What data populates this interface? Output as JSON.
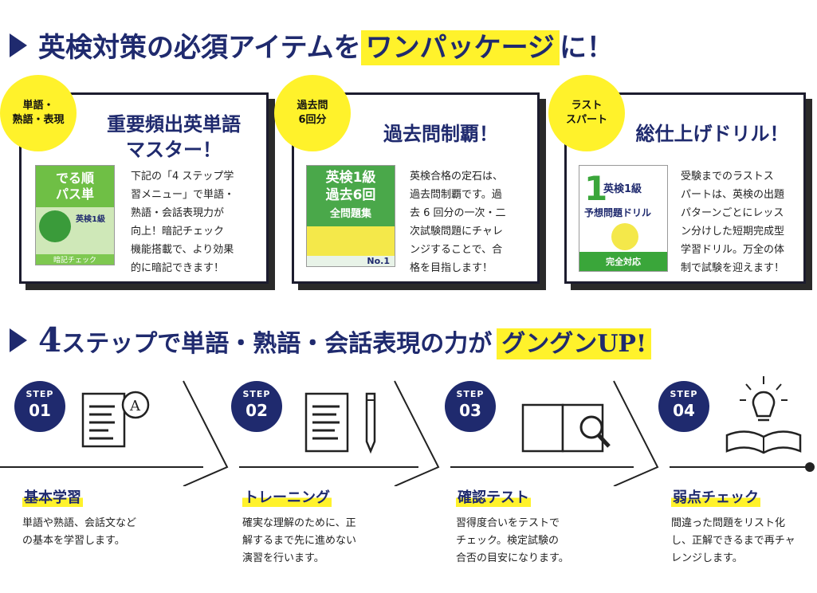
{
  "section1": {
    "heading_pre": "英検対策の必須アイテムを",
    "heading_highlight": "ワンパッケージ",
    "heading_post": "に！"
  },
  "cards": [
    {
      "badge": [
        "単語・",
        "熟語・表現"
      ],
      "title": [
        "重要頻出英単語",
        "マスター！"
      ],
      "book": {
        "line1": "でる順",
        "line2": "パス単",
        "line3": "英検1級",
        "footer": "暗記チェック"
      },
      "description": [
        "下記の「4 ステップ学",
        "習メニュー」で単語・",
        "熟語・会話表現力が",
        "向上！暗記チェック",
        "機能搭載で、より効果",
        "的に暗記できます！"
      ]
    },
    {
      "badge": [
        "過去問",
        "6回分"
      ],
      "title": [
        "過去問制覇！"
      ],
      "book": {
        "line1": "英検1級",
        "line2": "過去6回",
        "line3": "全問題集",
        "footer": "No.1"
      },
      "description": [
        "英検合格の定石は、",
        "過去問制覇です。過",
        "去 6 回分の一次・二",
        "次試験問題にチャレ",
        "ンジすることで、合",
        "格を目指します！"
      ]
    },
    {
      "badge": [
        "ラスト",
        "スパート"
      ],
      "title": [
        "総仕上げドリル！"
      ],
      "book": {
        "line1": "英検1級",
        "line2": "予想問題ドリル",
        "line3": "完全対応",
        "footer": "1"
      },
      "description": [
        "受験までのラストス",
        "パートは、英検の出題",
        "パターンごとにレッス",
        "ン分けした短期完成型",
        "学習ドリル。万全の体",
        "制で試験を迎えます！"
      ]
    }
  ],
  "section2": {
    "heading_num": "4",
    "heading_pre": "ステップで",
    "heading_bold": "単語・熟語・会話表現",
    "heading_mid": "の",
    "heading_bold2": "力",
    "heading_post": "が",
    "heading_highlight": "グングンUP!"
  },
  "steps": [
    {
      "label": "STEP",
      "num": "01",
      "icon": "document-letter-icon",
      "title": "基本学習",
      "description": [
        "単語や熟語、会話文など",
        "の基本を学習します。"
      ]
    },
    {
      "label": "STEP",
      "num": "02",
      "icon": "document-pencil-icon",
      "title": "トレーニング",
      "description": [
        "確実な理解のために、正",
        "解するまで先に進めない",
        "演習を行います。"
      ]
    },
    {
      "label": "STEP",
      "num": "03",
      "icon": "open-book-magnifier-icon",
      "title": "確認テスト",
      "description": [
        "習得度合いをテストで",
        "チェック。検定試験の",
        "合否の目安になります。"
      ]
    },
    {
      "label": "STEP",
      "num": "04",
      "icon": "book-lightbulb-icon",
      "title": "弱点チェック",
      "description": [
        "間違った問題をリスト化",
        "し、正解できるまで再チャ",
        "レンジします。"
      ]
    }
  ],
  "colors": {
    "navy": "#1f2a6e",
    "yellow": "#fff22b"
  }
}
